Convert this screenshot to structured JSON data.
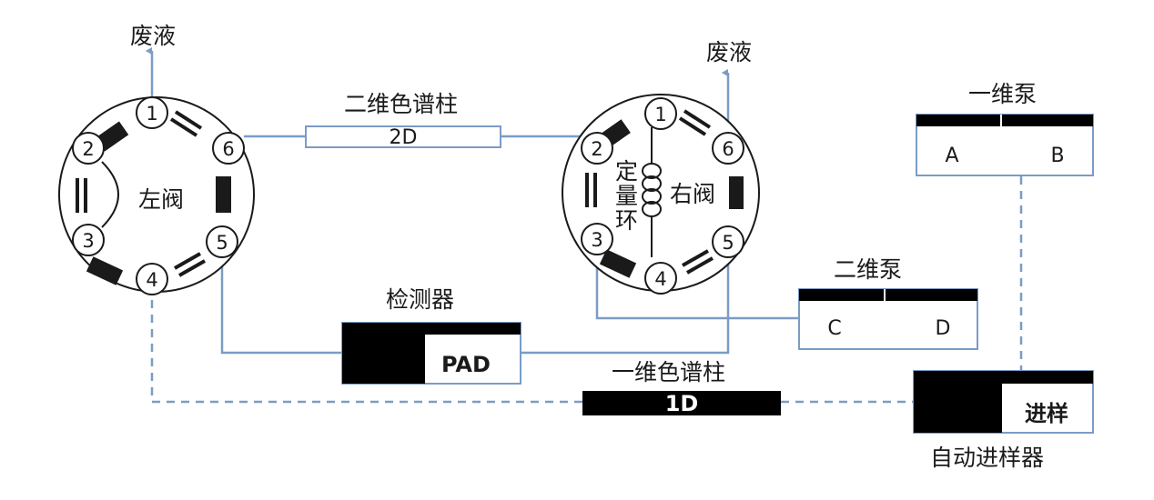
{
  "labels": {
    "waste_left": "废液",
    "waste_right": "废液",
    "col2d_title": "二维色谱柱",
    "col2d_name": "2D",
    "col1d_title": "一维色谱柱",
    "col1d_name": "1D",
    "left_valve": "左阀",
    "right_valve": "右阀",
    "loop_chars": [
      "定",
      "量",
      "环"
    ],
    "pump1_title": "一维泵",
    "pump1_a": "A",
    "pump1_b": "B",
    "pump2_title": "二维泵",
    "pump2_c": "C",
    "pump2_d": "D",
    "detector_title": "检测器",
    "detector_name": "PAD",
    "autosampler_title": "自动进样器",
    "autosampler_name": "进样"
  },
  "ports": [
    "1",
    "2",
    "3",
    "4",
    "5",
    "6"
  ],
  "colors": {
    "line": "#7a9cc6",
    "ink": "#1a1a1a",
    "bg": "#ffffff"
  }
}
